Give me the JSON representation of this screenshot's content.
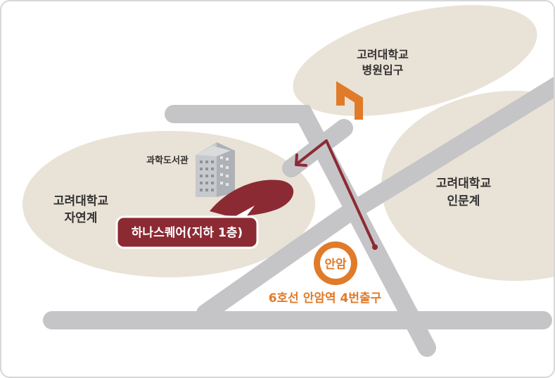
{
  "labels": {
    "hospital_entrance": [
      "고려대학교",
      "병원입구"
    ],
    "humanities": [
      "고려대학교",
      "인문계"
    ],
    "natural_sciences": [
      "고려대학교",
      "자연계"
    ],
    "science_library": "과학도서관",
    "hana_square": "하나스퀘어(지하 1층)",
    "station_badge": "안암",
    "station_exit": "6호선 안암역 4번출구"
  },
  "colors": {
    "campus_area": "#e9e2d6",
    "road": "#c5c5c8",
    "route": "#8c2a33",
    "hana_square_fill": "#8c2a33",
    "station_accent": "#e07b2a"
  },
  "icons": {
    "building": "science-library-building-icon",
    "marker": "hospital-entrance-marker-icon",
    "station": "subway-station-badge-icon"
  }
}
